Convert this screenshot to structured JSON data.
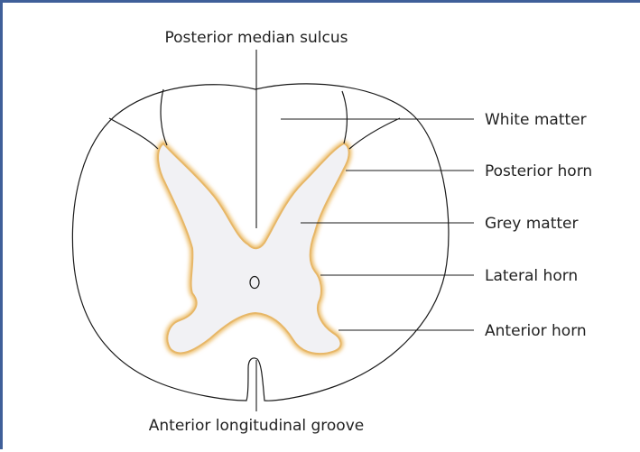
{
  "diagram": {
    "labels": {
      "posterior_median_sulcus": "Posterior median sulcus",
      "white_matter": "White matter",
      "posterior_horn": "Posterior horn",
      "grey_matter": "Grey matter",
      "lateral_horn": "Lateral horn",
      "anterior_horn": "Anterior horn",
      "anterior_longitudinal_groove": "Anterior longitudinal groove"
    },
    "colors": {
      "frame_border": "#3f5f99",
      "grey_matter_fill": "#f1f1f4",
      "grey_matter_rim": "#f2cf88",
      "line": "#1a1a1a"
    }
  }
}
